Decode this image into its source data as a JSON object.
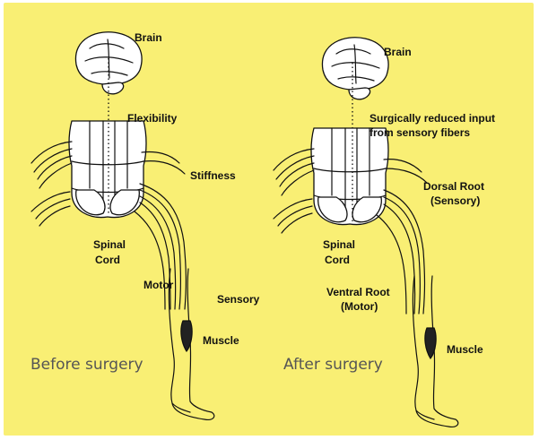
{
  "before": {
    "brain": "Brain",
    "flexibility": "Flexibility",
    "stiffness": "Stiffness",
    "spinal_1": "Spinal",
    "spinal_2": "Cord",
    "motor": "Motor",
    "sensory": "Sensory",
    "muscle": "Muscle",
    "caption": "Before surgery"
  },
  "after": {
    "brain": "Brain",
    "reduced_1": "Surgically reduced input",
    "reduced_2": "from sensory fibers",
    "dorsal_1": "Dorsal Root",
    "dorsal_2": "(Sensory)",
    "spinal_1": "Spinal",
    "spinal_2": "Cord",
    "ventral_1": "Ventral Root",
    "ventral_2": "(Motor)",
    "muscle": "Muscle",
    "caption": "After surgery"
  },
  "colors": {
    "panel": "#f9ef74",
    "ink": "#111111",
    "caption": "#555555"
  }
}
